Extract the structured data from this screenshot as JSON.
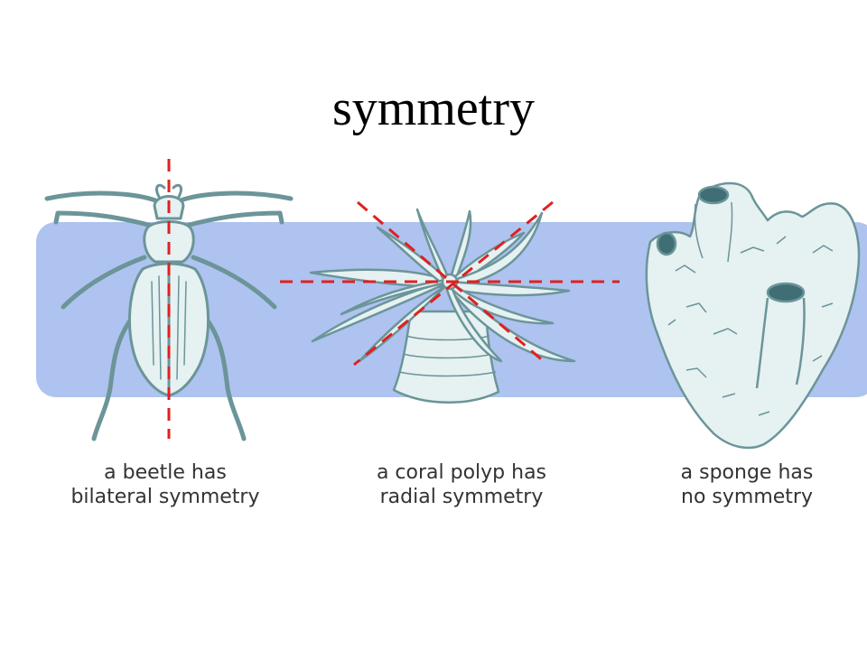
{
  "title": "symmetry",
  "colors": {
    "band": "#aec3ef",
    "organism_fill": "#e6f1f2",
    "organism_stroke": "#6b9599",
    "symmetry_line": "#e02020"
  },
  "panels": [
    {
      "organism": "beetle",
      "caption_line1": "a beetle has",
      "caption_line2": "bilateral symmetry"
    },
    {
      "organism": "coral-polyp",
      "caption_line1": "a coral polyp has",
      "caption_line2": "radial symmetry"
    },
    {
      "organism": "sponge",
      "caption_line1": "a sponge has",
      "caption_line2": "no symmetry"
    }
  ]
}
